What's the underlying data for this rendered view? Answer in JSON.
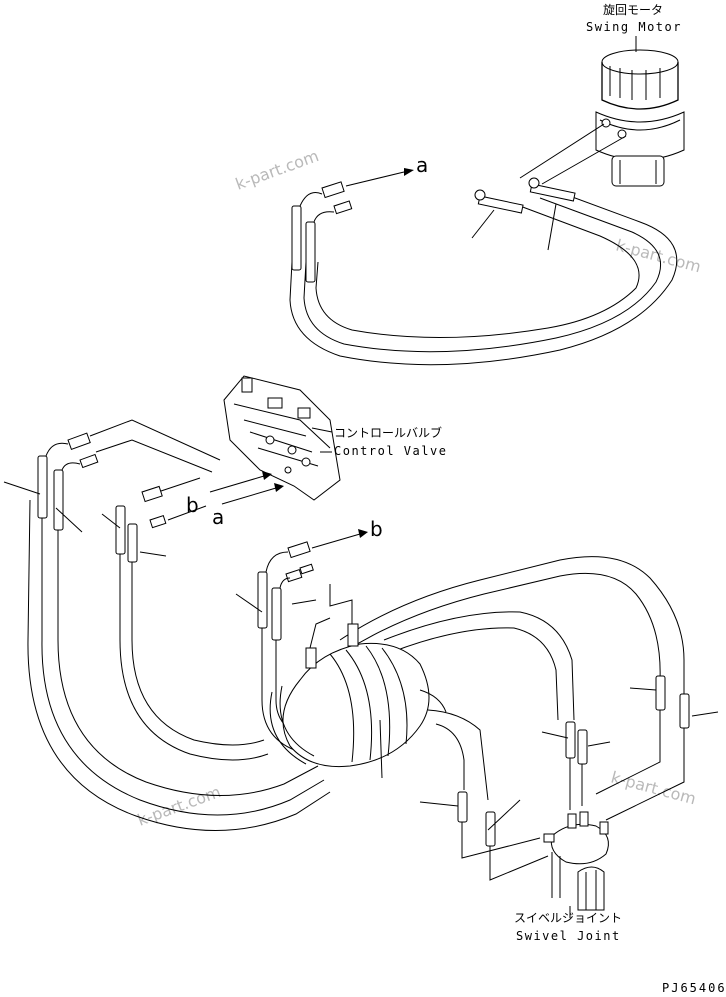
{
  "labels": {
    "swing_motor_jp": "旋回モータ",
    "swing_motor_en": "Swing Motor",
    "control_valve_jp": "コントロールバルブ",
    "control_valve_en": "Control Valve",
    "swivel_joint_jp": "スイベルジョイント",
    "swivel_joint_en": "Swivel Joint",
    "ref_a_top": "a",
    "ref_b_mid": "b",
    "ref_a_mid": "a",
    "ref_b_right": "b",
    "drawing_id": "PJ65406"
  },
  "watermarks": [
    "k-part.com",
    "k-part.com",
    "k-part.com",
    "k-part.com"
  ],
  "colors": {
    "line": "#000000",
    "watermark": "#b9b9b9",
    "background": "#ffffff"
  }
}
